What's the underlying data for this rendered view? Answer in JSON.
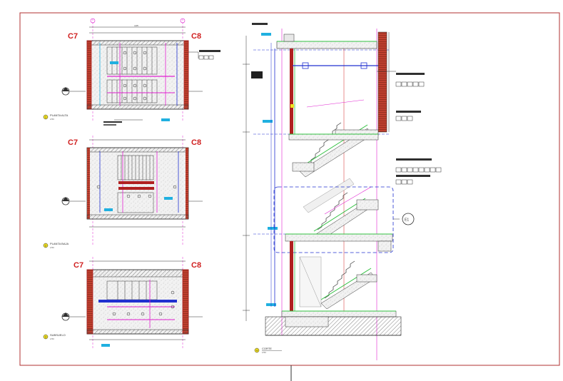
{
  "colors": {
    "frame": "#b03030",
    "axis_red": "#d02020",
    "wall": "#b02020",
    "magenta": "#e020d0",
    "blue": "#2030d0",
    "cyan": "#20b0e0",
    "green": "#30c040",
    "yellow": "#f0e020",
    "dark": "#303030",
    "grey": "#808080"
  },
  "plans": {
    "top": {
      "axis_left": "C7",
      "axis_right": "C8",
      "title": "PLANTA ALTA",
      "scale": "1/50",
      "number": "1"
    },
    "middle": {
      "axis_left": "C7",
      "axis_right": "C8",
      "title": "PLANTA BAJA",
      "scale": "1/50",
      "number": "2"
    },
    "bottom": {
      "axis_left": "C7",
      "axis_right": "C8",
      "title": "SUBSUELO",
      "scale": "1/50",
      "number": "3"
    }
  },
  "section": {
    "title": "CORTE",
    "scale": "1/50",
    "number": "4",
    "detail_bubble": "E1"
  },
  "icons": [
    "section-marker-icon",
    "detail-bubble-icon",
    "title-dot-icon"
  ]
}
